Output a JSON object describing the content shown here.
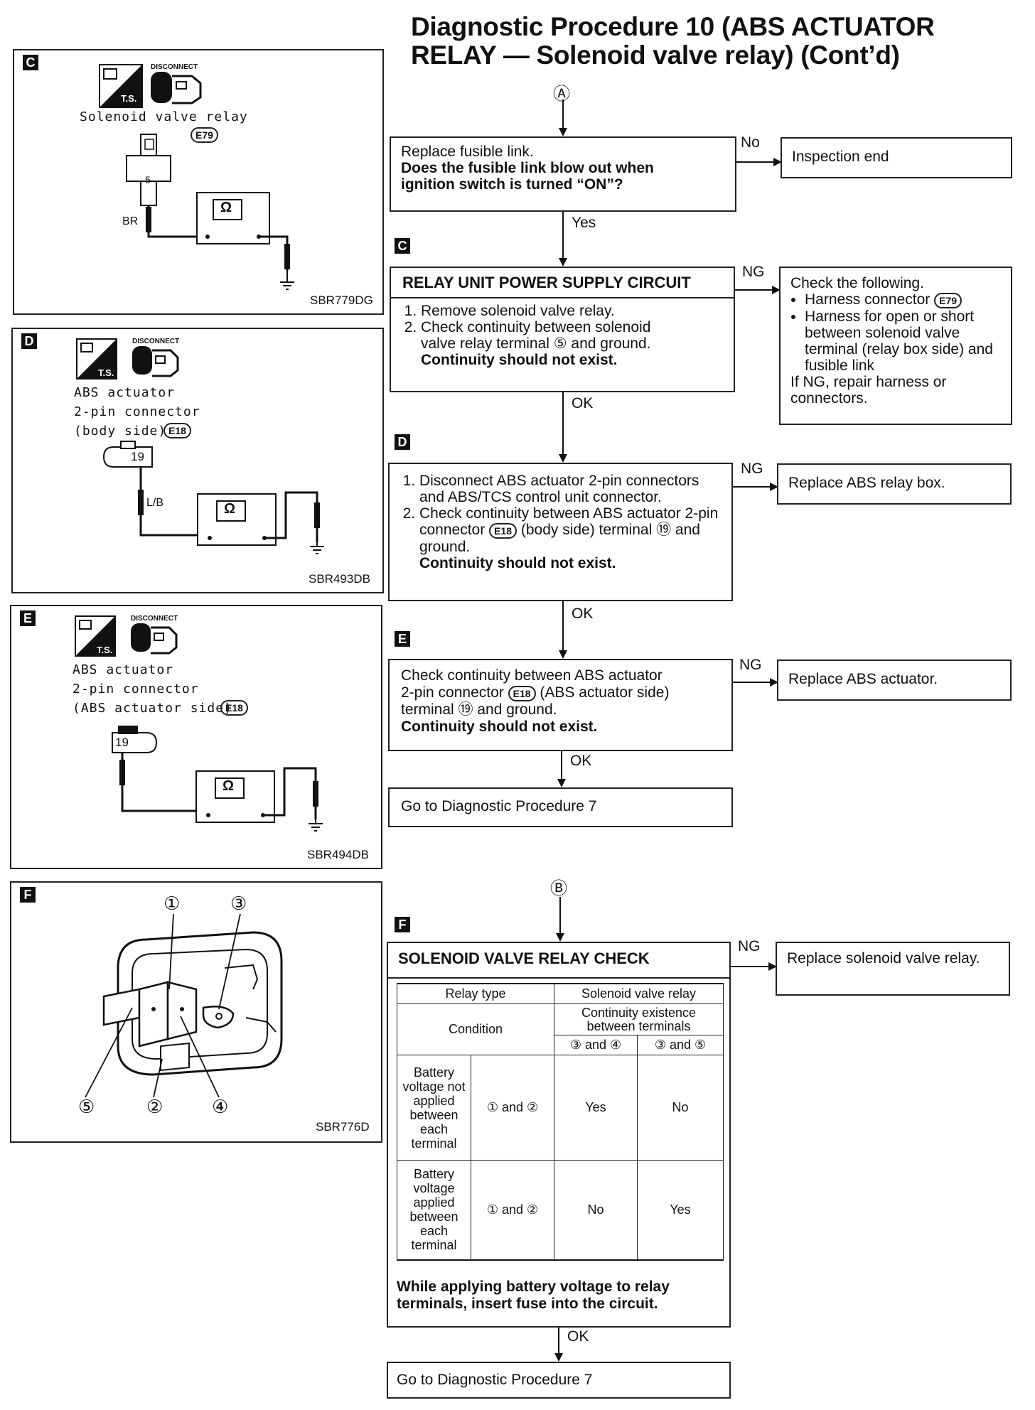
{
  "title": {
    "line1": "Diagnostic Procedure 10 (ABS ACTUATOR",
    "line2": "RELAY — Solenoid valve relay) (Cont’d)"
  },
  "markers": {
    "a": "Ⓐ",
    "b": "Ⓑ"
  },
  "step_letters": {
    "c": "C",
    "d": "D",
    "e": "E",
    "f": "F"
  },
  "step1": {
    "line1": "Replace fusible link.",
    "line2": "Does the fusible link blow out when",
    "line3": "ignition switch is turned “ON”?",
    "no_label": "No",
    "yes_label": "Yes",
    "result": "Inspection end"
  },
  "step2": {
    "header": "RELAY UNIT POWER SUPPLY CIRCUIT",
    "item1": "Remove solenoid valve relay.",
    "item2a": "Check continuity between solenoid",
    "item2b": "valve relay terminal ⑤ and ground.",
    "item2c": "Continuity should not exist.",
    "ng_label": "NG",
    "ok_label": "OK",
    "result_title": "Check the following.",
    "result_item1": "Harness connector",
    "result_item1_conn": "E79",
    "result_item2": "Harness for open or short between solenoid valve terminal (relay box side) and fusible link",
    "result_tail": "If NG, repair harness or connectors."
  },
  "step3": {
    "item1": "Disconnect ABS actuator 2-pin connectors and ABS/TCS control unit connector.",
    "item2a": "Check continuity between ABS actuator 2-pin connector",
    "item2_conn": "E18",
    "item2b": "(body side) terminal ⑲ and ground.",
    "item2c": "Continuity should not exist.",
    "ng_label": "NG",
    "ok_label": "OK",
    "result": "Replace ABS relay box."
  },
  "step4": {
    "line1": "Check continuity between ABS actuator",
    "line2a": "2-pin connector",
    "line2_conn": "E18",
    "line2b": "(ABS actuator side)",
    "line3": "terminal ⑲ and ground.",
    "line4": "Continuity should not exist.",
    "ng_label": "NG",
    "ok_label": "OK",
    "result": "Replace ABS actuator."
  },
  "goto1": "Go to Diagnostic Procedure 7",
  "step5": {
    "header": "SOLENOID VALVE RELAY CHECK",
    "ng_label": "NG",
    "ok_label": "OK",
    "result": "Replace solenoid valve relay.",
    "table": {
      "relay_type_label": "Relay type",
      "relay_type_value": "Solenoid valve relay",
      "condition_label": "Condition",
      "continuity_label": "Continuity existence between terminals",
      "col1": "③ and ④",
      "col2": "③ and ⑤",
      "rows": [
        {
          "condition": "Battery voltage not applied between each terminal",
          "terminals": "① and ②",
          "c1": "Yes",
          "c2": "No"
        },
        {
          "condition": "Battery voltage applied between each terminal",
          "terminals": "① and ②",
          "c1": "No",
          "c2": "Yes"
        }
      ]
    },
    "note": "While applying battery voltage to relay terminals, insert fuse into the circuit."
  },
  "goto2": "Go to Diagnostic Procedure 7",
  "figC": {
    "disconnect": "DISCONNECT",
    "ts": "T.S.",
    "caption": "Solenoid valve relay",
    "conn": "E79",
    "terminal": "5",
    "wire": "BR",
    "meter": "Ω",
    "code": "SBR779DG"
  },
  "figD": {
    "disconnect": "DISCONNECT",
    "ts": "T.S.",
    "caption1": "ABS actuator",
    "caption2": "2-pin connector",
    "caption3": "(body side)",
    "conn": "E18",
    "terminal": "19",
    "wire": "L/B",
    "meter": "Ω",
    "code": "SBR493DB"
  },
  "figE": {
    "disconnect": "DISCONNECT",
    "ts": "T.S.",
    "caption1": "ABS actuator",
    "caption2": "2-pin connector",
    "caption3": "(ABS actuator side)",
    "conn": "E18",
    "terminal": "19",
    "meter": "Ω",
    "code": "SBR494DB"
  },
  "figF": {
    "t1": "①",
    "t2": "②",
    "t3": "③",
    "t4": "④",
    "t5": "⑤",
    "code": "SBR776D"
  }
}
